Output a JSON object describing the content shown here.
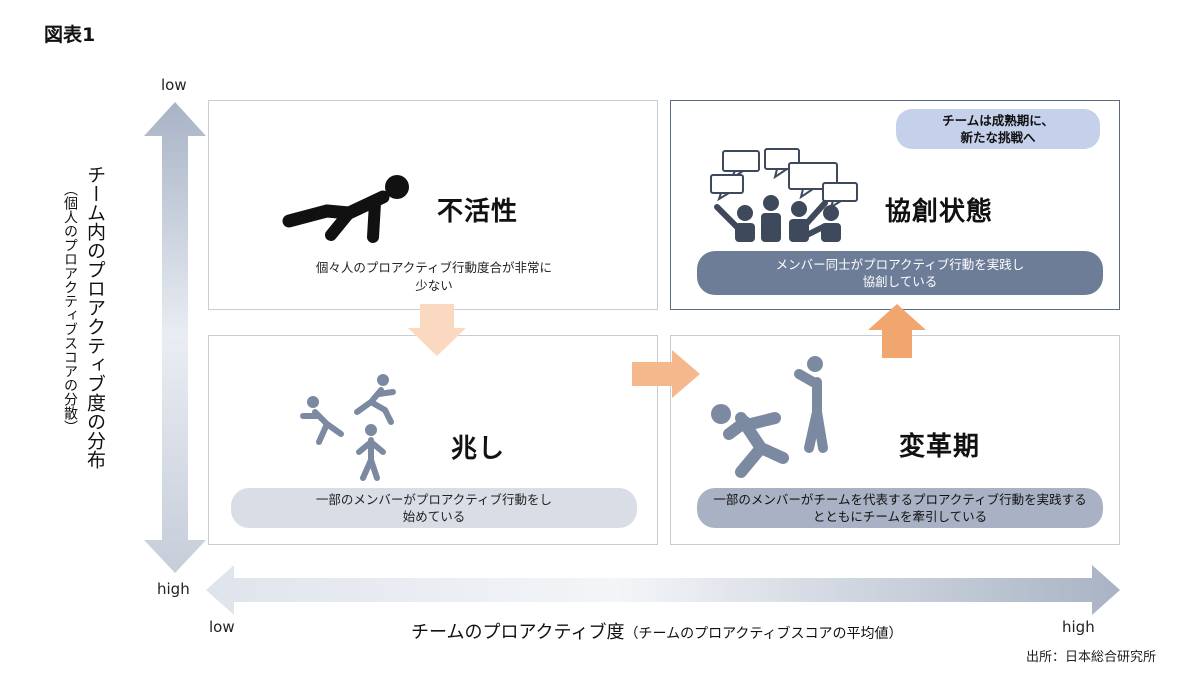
{
  "figure_label": "図表1",
  "source": "出所：日本総合研究所",
  "axes": {
    "y": {
      "top_label": "low",
      "bottom_label": "high",
      "title": "チーム内のプロアクティブ度の分布",
      "subtitle": "（個人のプロアクティブスコアの分散）"
    },
    "x": {
      "left_label": "low",
      "right_label": "high",
      "title": "チームのプロアクティブ度",
      "subtitle": "（チームのプロアクティブスコアの平均値）"
    }
  },
  "quadrants": {
    "inactive": {
      "title": "不活性",
      "description_line1": "個々人のプロアクティブ行動度合が非常に",
      "description_line2": "少ない"
    },
    "sign": {
      "title": "兆し",
      "description_line1": "一部のメンバーがプロアクティブ行動をし",
      "description_line2": "始めている"
    },
    "transformation": {
      "title": "変革期",
      "description_line1": "一部のメンバーがチームを代表するプロアクティブ行動を実践する",
      "description_line2": "とともにチームを牽引している"
    },
    "co_creation": {
      "title": "協創状態",
      "description_line1": "メンバー同士がプロアクティブ行動を実践し",
      "description_line2": "協創している",
      "note_line1": "チームは成熟期に、",
      "note_line2": "新たな挑戦へ"
    }
  },
  "colors": {
    "arrow_orange": "#f5b88c",
    "arrow_orange_light": "#fbd9c1",
    "figure_dark": "#3e4a5c",
    "figure_mid": "#7c8aa1",
    "axis_arrow": "#c8cfdc"
  }
}
